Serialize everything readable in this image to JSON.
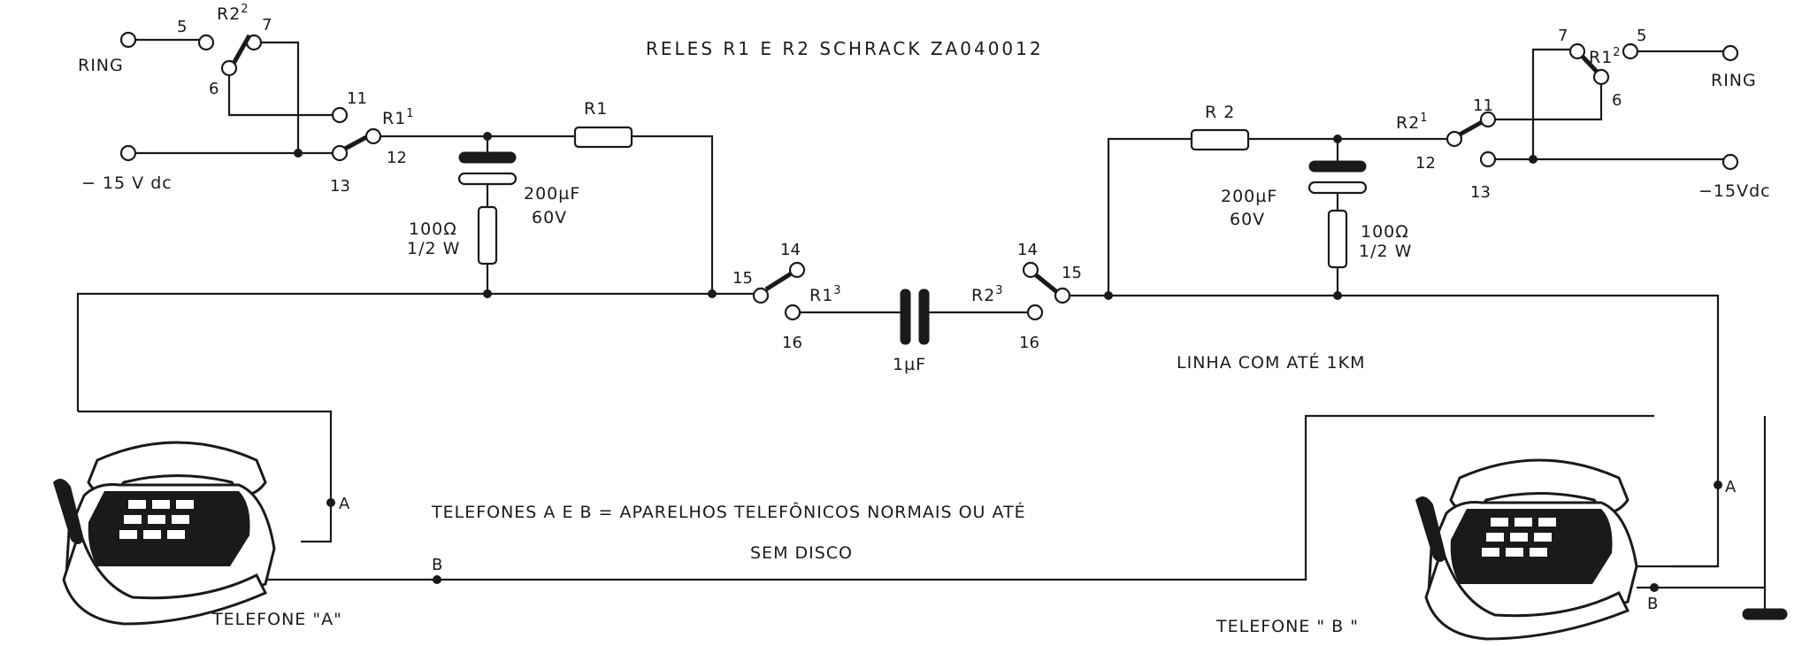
{
  "title": "RELES R1 E R2 SCHRACK ZA040012",
  "ring_left": "RING",
  "ring_right": "RING",
  "supply_left": "− 15 V dc",
  "supply_right": "−15Vdc",
  "r2_2": {
    "label": "R2",
    "sup": "2"
  },
  "r1_2": {
    "label": "R1",
    "sup": "2"
  },
  "r1_1": {
    "label": "R1",
    "sup": "1"
  },
  "r2_1": {
    "label": "R2",
    "sup": "1"
  },
  "r1_3": {
    "label": "R1",
    "sup": "3"
  },
  "r2_3": {
    "label": "R2",
    "sup": "3"
  },
  "pins": {
    "p5": "5",
    "p6": "6",
    "p7": "7",
    "p11": "11",
    "p12": "12",
    "p13": "13",
    "p14": "14",
    "p15": "15",
    "p16": "16"
  },
  "res_r1": "R1",
  "res_r2": "R 2",
  "cap_value": "200µF",
  "cap_voltage": "60V",
  "res_value": "100Ω",
  "res_power": "1/2 W",
  "coupling_cap": "1µF",
  "line_note": "LINHA COM ATÉ 1KM",
  "phones_note_line1": "TELEFONES A E B = APARELHOS TELEFÔNICOS NORMAIS OU ATÉ",
  "phones_note_line2": "SEM DISCO",
  "telefone_a": "TELEFONE \"A\"",
  "telefone_b": "TELEFONE \" B \"",
  "node_a": "A",
  "node_b": "B"
}
